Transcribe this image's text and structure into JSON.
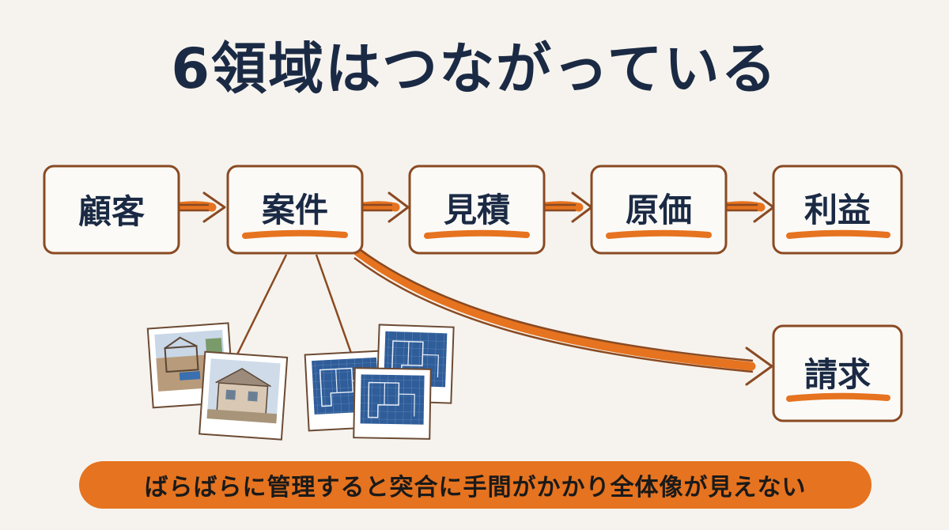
{
  "title": "6領域はつながっている",
  "nodes": {
    "customer": "顧客",
    "project": "案件",
    "estimate": "見積",
    "cost": "原価",
    "profit": "利益",
    "billing": "請求"
  },
  "banner": "ばらばらに管理すると突合に手間がかかり全体像が見えない",
  "colors": {
    "accent": "#e6731f",
    "border": "#8a4a22",
    "text": "#1b2a44",
    "background": "#f6f3ee"
  },
  "images": {
    "site_photos": [
      "construction-site-photo",
      "house-photo"
    ],
    "blueprints": [
      "blueprint-sheet",
      "blueprint-sheet",
      "blueprint-sheet"
    ]
  }
}
